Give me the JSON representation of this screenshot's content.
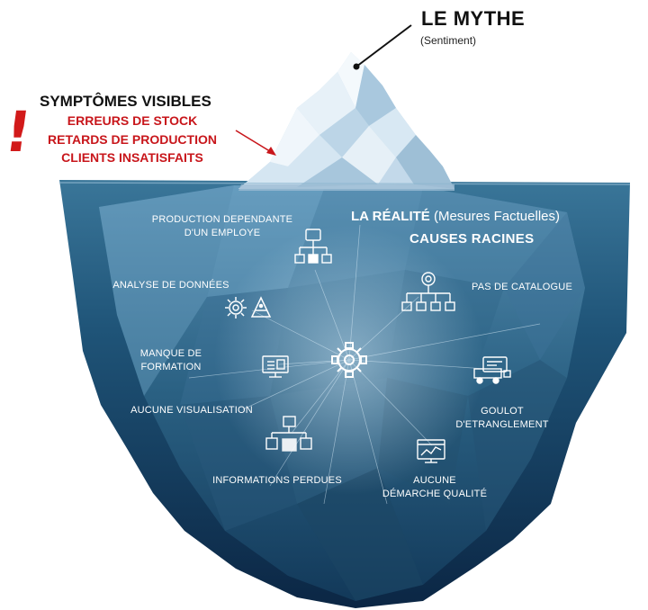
{
  "myth": {
    "title": "LE MYTHE",
    "subtitle": "(Sentiment)"
  },
  "symptoms": {
    "title": "SYMPTÔMES VISIBLES",
    "items": [
      "ERREURS DE STOCK",
      "RETARDS DE PRODUCTION",
      "CLIENTS INSATISFAITS"
    ],
    "mark": "!"
  },
  "reality": {
    "title_bold": "LA RÉALITÉ",
    "title_rest": " (Mesures Factuelles)",
    "subtitle": "CAUSES RACINES"
  },
  "causes": {
    "production_dependante": [
      "PRODUCTION DEPENDANTE",
      "D'UN EMPLOYE"
    ],
    "analyse": "ANALYSE DE DONNÉES",
    "manque_formation": [
      "MANQUE DE",
      "FORMATION"
    ],
    "aucune_visualisation": "AUCUNE VISUALISATION",
    "informations_perdues": "INFORMATIONS PERDUES",
    "pas_catalogue": "PAS DE CATALOGUE",
    "goulot": [
      "GOULOT",
      "D'ETRANGLEMENT"
    ],
    "demarche_qualite": [
      "AUCUNE",
      "DÉMARCHE QUALITÉ"
    ]
  },
  "colors": {
    "water_top": "#2f6a8c",
    "water_deep": "#0d2c4a",
    "ice_light": "#e8f2f8",
    "ice_mid": "#b9d3e6",
    "ice_dark": "#8fb2cc",
    "accent_red": "#c8161b"
  },
  "icons": [
    "org-chart-icon",
    "gear-icon",
    "pen-tool-icon",
    "network-chart-icon",
    "central-gear-icon",
    "monitor-icon",
    "document-flow-icon",
    "delivery-truck-icon",
    "quality-chart-icon"
  ]
}
